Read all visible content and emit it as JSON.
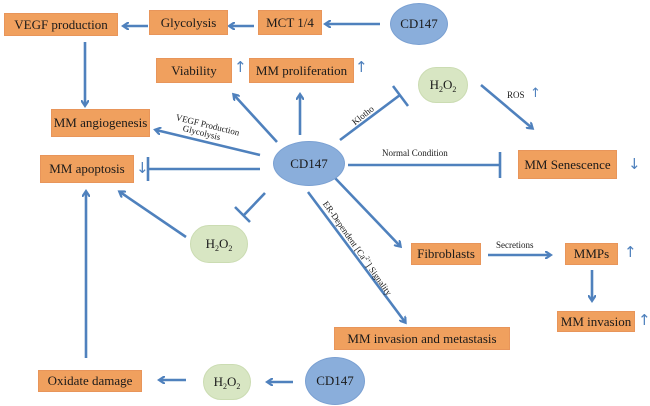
{
  "diagram": {
    "colors": {
      "process_box": "#f0a05e",
      "cd147_node": "#8aaedb",
      "h2o2_node": "#d8e6c3",
      "arrow": "#4f81bd"
    },
    "nodes": {
      "vegf_production": "VEGF  production",
      "glycolysis": "Glycolysis",
      "mct": "MCT 1/4",
      "cd147_top": "CD147",
      "viability": "Viability",
      "mm_proliferation": "MM proliferation",
      "h2o2_top": "H",
      "mm_angiogenesis": "MM angiogenesis",
      "mm_apoptosis": "MM apoptosis",
      "cd147_center": "CD147",
      "mm_senescence": "MM Senescence",
      "h2o2_mid": "H",
      "fibroblasts": "Fibroblasts",
      "mmps": "MMPs",
      "mm_invasion": "MM invasion",
      "mm_invasion_metastasis": "MM invasion  and metastasis",
      "oxidate_damage": "Oxidate  damage",
      "h2o2_bottom": "H",
      "cd147_bottom": "CD147"
    },
    "h2o2_parts": {
      "h": "H",
      "sub1": "2",
      "o": "O",
      "sub2": "2"
    },
    "edge_labels": {
      "vegf_glycolysis_line1": "VEGF Production",
      "vegf_glycolysis_line2": "Glycolysis",
      "klotho": "Klotho",
      "ros": "ROS",
      "normal_condition": "Normal Condition",
      "er_dependent_prefix": "ER-Dependent [Ca",
      "er_dependent_sup": "2+",
      "er_dependent_suffix": "] Signality",
      "secretions": "Secretions"
    },
    "indicators": {
      "viability": "↑",
      "mm_proliferation": "↑",
      "ros": "↑",
      "mm_apoptosis": "↓",
      "mm_senescence": "↓",
      "mmps": "↑",
      "mm_invasion": "↑"
    }
  }
}
